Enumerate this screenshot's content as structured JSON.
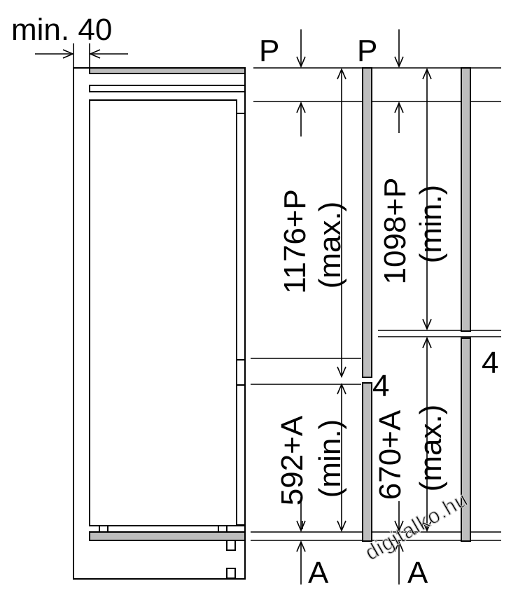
{
  "labels": {
    "min_gap": "min. 40",
    "p_left": "P",
    "p_right": "P",
    "a_left": "A",
    "a_right": "A",
    "gap_mid": "4",
    "gap_right": "4",
    "dim_upper_max_value": "1176+P",
    "dim_upper_max_note": "(max.)",
    "dim_upper_min_value": "1098+P",
    "dim_upper_min_note": "(min.)",
    "dim_lower_min_value": "592+A",
    "dim_lower_min_note": "(min.)",
    "dim_lower_max_value": "670+A",
    "dim_lower_max_note": "(max.)",
    "watermark": "digitalko.hu"
  },
  "colors": {
    "line": "#000000",
    "door_panel": "#bdbdbd",
    "watermark": "#c8c8c8"
  }
}
